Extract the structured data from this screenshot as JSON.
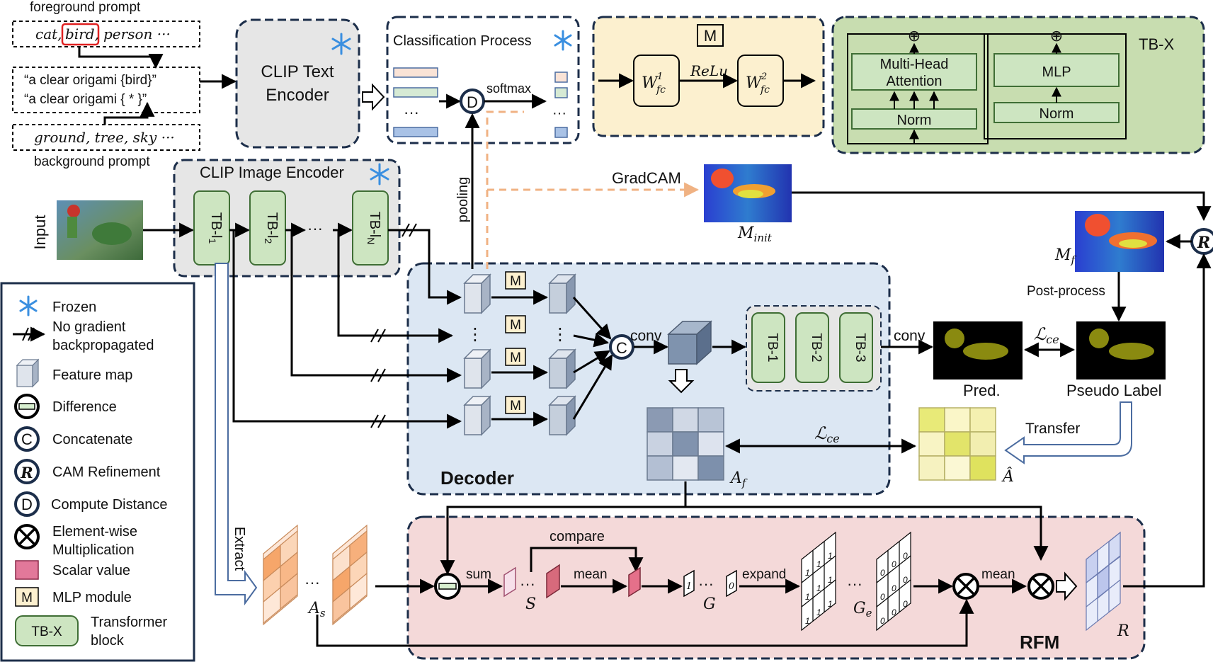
{
  "prompts": {
    "foreground_title": "foreground prompt",
    "foreground_classes_pre": "cat,",
    "foreground_classes_hl": "bird,",
    "foreground_classes_post": "person ···",
    "template_1": "“a clear origami {bird}”",
    "template_2": "“a clear origami { * }”",
    "background_classes": "ground, tree, sky ···",
    "background_title": "background prompt"
  },
  "clip_text_encoder": {
    "line1": "CLIP Text",
    "line2": "Encoder"
  },
  "classification": {
    "title": "Classification Process",
    "ellipsis": "···",
    "distance_symbol": "D",
    "softmax": "softmax"
  },
  "mlp_module": {
    "badge": "M",
    "w1": "W",
    "w1_sup": "1",
    "w1_sub": "fc",
    "relu": "ReLu",
    "w2": "W",
    "w2_sup": "2",
    "w2_sub": "fc"
  },
  "transformer_block": {
    "title": "TB-X",
    "mha_1": "Multi-Head",
    "mha_2": "Attention",
    "mlp": "MLP",
    "norm": "Norm",
    "plus": "⊕"
  },
  "image_encoder": {
    "title": "CLIP Image Encoder",
    "input": "Input",
    "tb1": "TB-l",
    "tb1_sub": "1",
    "tb2": "TB-l",
    "tb2_sub": "2",
    "tbn": "TB-l",
    "tbn_sub": "N",
    "dots": "···"
  },
  "labels": {
    "pooling": "pooling",
    "gradcam": "GradCAM",
    "m_init": "M",
    "m_init_sub": "init",
    "m_f": "M",
    "m_f_sub": "f",
    "post_process": "Post-process",
    "refine_symbol": "R",
    "pred": "Pred.",
    "pseudo_label": "Pseudo Label",
    "transfer": "Transfer",
    "lce": "ℒ",
    "lce_sub": "ce",
    "a_f": "A",
    "a_f_sub": "f",
    "a_hat": "Â",
    "extract": "Extract",
    "a_s": "A",
    "a_s_sub": "s",
    "conv": "conv",
    "concat_symbol": "C",
    "vdots": "⋮",
    "dots": "···"
  },
  "decoder": {
    "title": "Decoder",
    "tb1": "TB-1",
    "tb2": "TB-2",
    "tb3": "TB-3",
    "m": "M"
  },
  "rfm": {
    "title": "RFM",
    "sum": "sum",
    "compare": "compare",
    "mean": "mean",
    "mean2": "mean",
    "expand": "expand",
    "S": "S",
    "G": "G",
    "G_e": "G",
    "G_e_sub": "e",
    "R": "R",
    "one": "1",
    "zero": "0",
    "dots": "···"
  },
  "legend": {
    "frozen": "Frozen",
    "no_grad_1": "No gradient",
    "no_grad_2": "backpropagated",
    "feature_map": "Feature map",
    "difference": "Difference",
    "concatenate": "Concatenate",
    "c_symbol": "C",
    "cam_refinement": "CAM Refinement",
    "r_symbol": "R",
    "compute_distance": "Compute Distance",
    "d_symbol": "D",
    "elem_mult_1": "Element-wise",
    "elem_mult_2": "Multiplication",
    "scalar": "Scalar value",
    "mlp_module": "MLP module",
    "m_symbol": "M",
    "transformer_1": "Transformer",
    "transformer_2": "block",
    "tbx": "TB-X"
  },
  "colors": {
    "panel_dash": "#1c2e4a",
    "grey_panel": "#e6e6e6",
    "blue_panel": "#dce7f3",
    "pink_panel": "#f4d9d9",
    "yellow_panel": "#fcf0cf",
    "green_panel": "#c8ddb0",
    "tb_green": "#cde5c1",
    "tb_green_border": "#3f6e35",
    "orange_dash": "#f0b283"
  }
}
